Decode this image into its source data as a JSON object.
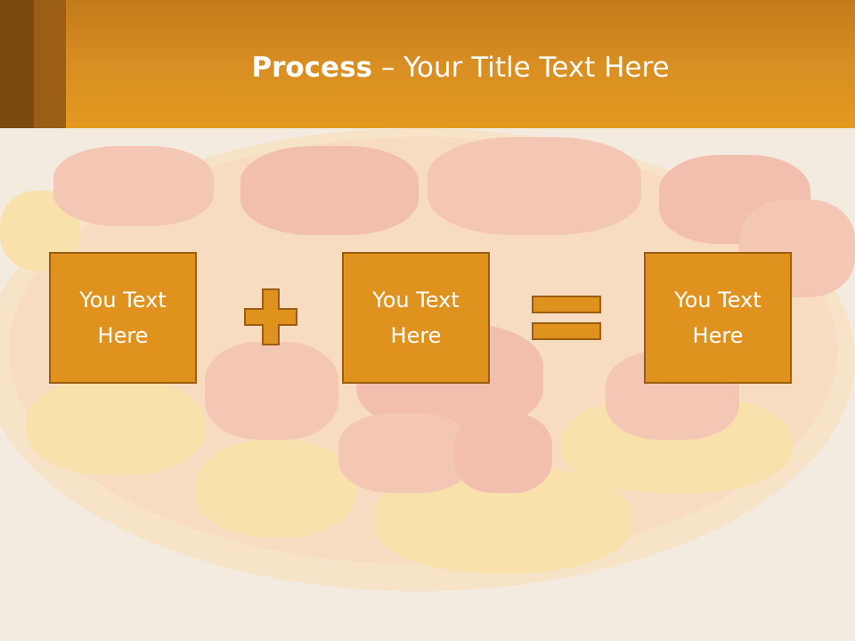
{
  "slide": {
    "title_bold": "Process",
    "title_rest": " – Your Title Text Here"
  },
  "process": {
    "boxes": [
      {
        "text": "You Text\nHere"
      },
      {
        "text": "You Text\nHere"
      },
      {
        "text": "You Text\nHere"
      }
    ],
    "operators": [
      "plus-icon",
      "equals-icon"
    ]
  },
  "colors": {
    "title_bar": "#e4991f",
    "box_fill": "#e0921f",
    "box_border": "#9c5d10"
  }
}
